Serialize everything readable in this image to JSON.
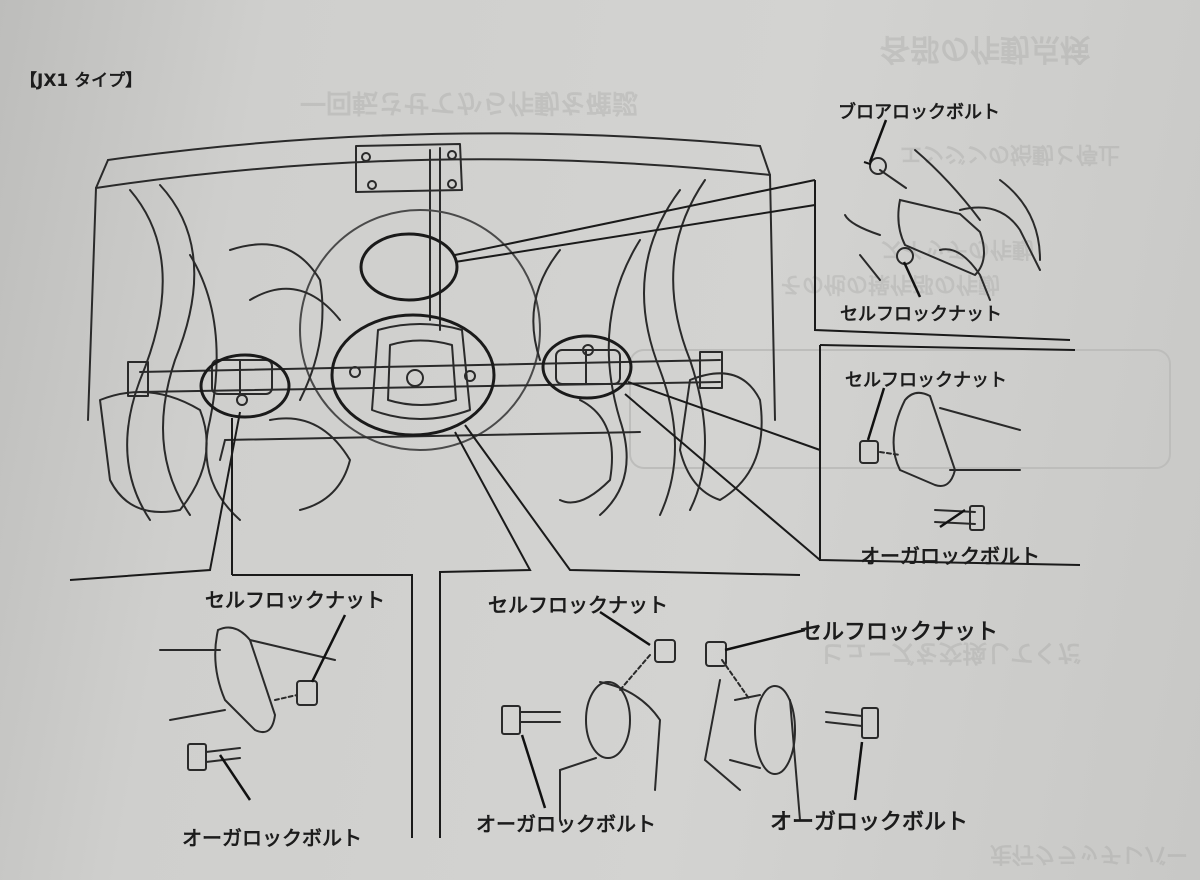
{
  "section_tag": "【JX1 タイプ】",
  "callouts": {
    "top_right_bolt": "ブロアロックボルト",
    "top_right_nut": "セルフロックナット",
    "right_nut": "セルフロックナット",
    "right_bolt": "オーガロックボルト",
    "left_nut": "セルフロックナット",
    "left_bolt": "オーガロックボルト",
    "center_nut": "セルフロックナット",
    "center_bolt": "オーガロックボルト",
    "center_right_nut": "セルフロックナット",
    "center_right_bolt": "オーガロックボルト"
  },
  "bleed_through": {
    "heading": "各部の作動点検",
    "line1": "一回転させてから作動を確認",
    "line2": "エンジンの始動と停止",
    "line3": "スイッチの作動",
    "line4": "その他の操作部の作動",
    "line5": "ヒューズを交換してくだ",
    "line6": "走行クラッチレバー"
  }
}
